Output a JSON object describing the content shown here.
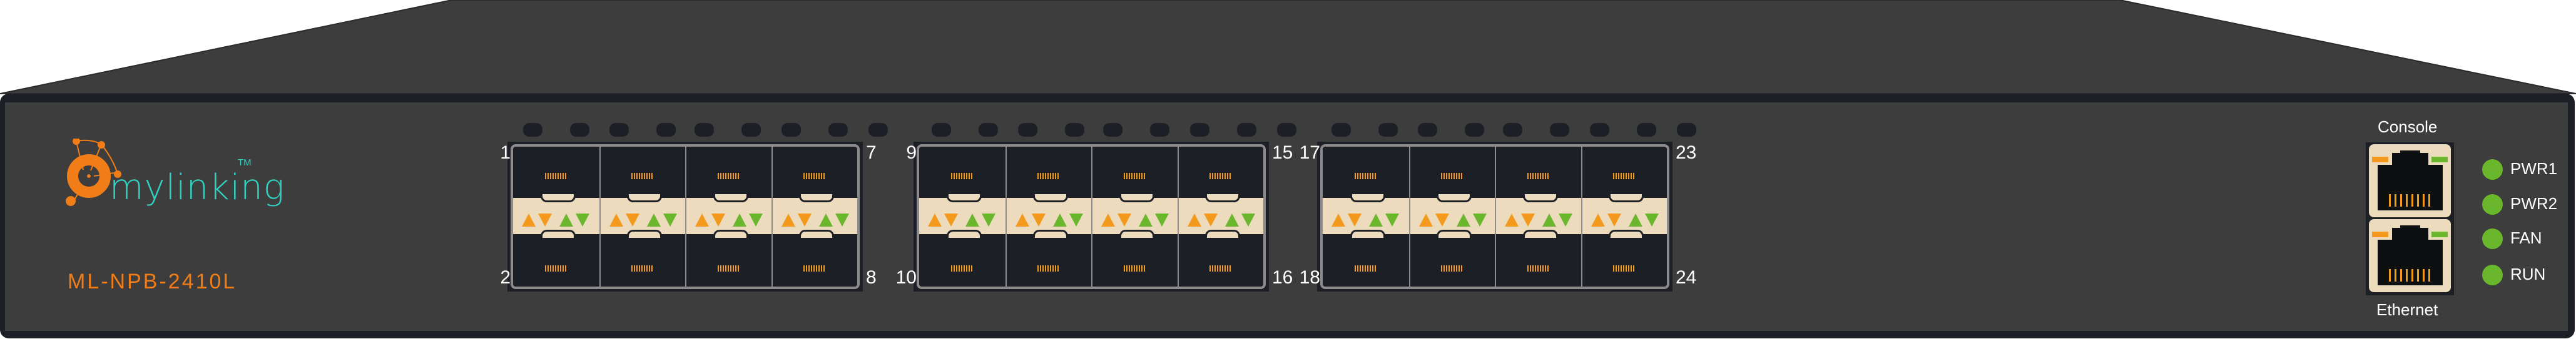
{
  "device": {
    "brand": "mylinking",
    "trademark": "TM",
    "model": "ML-NPB-2410L"
  },
  "colors": {
    "chassis": "#3c3d3c",
    "border": "#1c1f26",
    "accent_orange": "#f39a1e",
    "accent_green": "#6ab72e",
    "brand_teal": "#2fd1c0",
    "port_band": "#ecdcbd"
  },
  "port_groups": [
    {
      "top_left": "1",
      "bottom_left": "2",
      "top_right": "7",
      "bottom_right": "8"
    },
    {
      "top_left": "9",
      "bottom_left": "10",
      "top_right": "15",
      "bottom_right": "16"
    },
    {
      "top_left": "17",
      "bottom_left": "18",
      "top_right": "23",
      "bottom_right": "24"
    }
  ],
  "management": {
    "console_label": "Console",
    "ethernet_label": "Ethernet"
  },
  "status_leds": [
    {
      "label": "PWR1",
      "state": "on",
      "color": "#6ab72e"
    },
    {
      "label": "PWR2",
      "state": "on",
      "color": "#6ab72e"
    },
    {
      "label": "FAN",
      "state": "on",
      "color": "#6ab72e"
    },
    {
      "label": "RUN",
      "state": "on",
      "color": "#6ab72e"
    }
  ]
}
